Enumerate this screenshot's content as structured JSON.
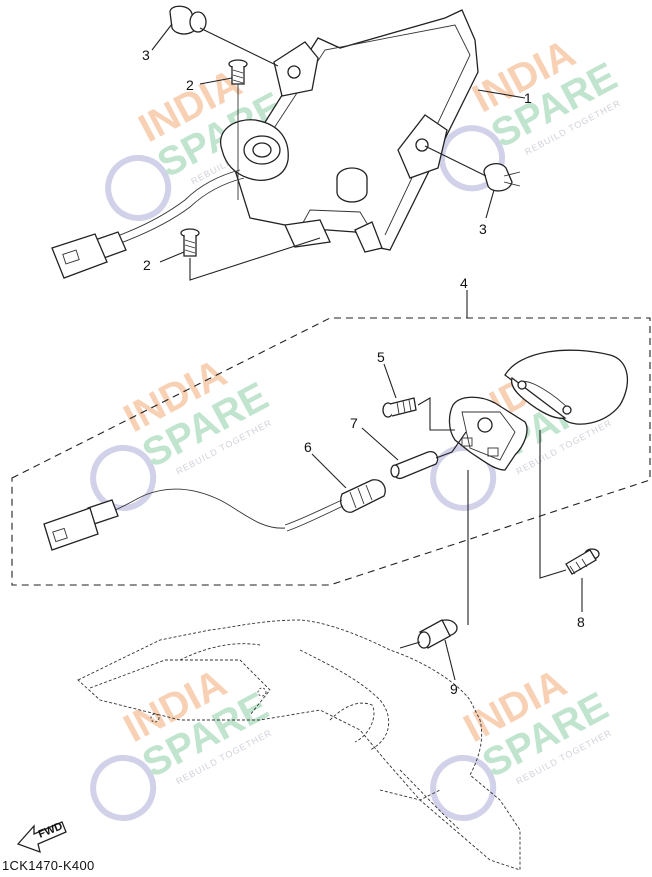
{
  "callouts": [
    "1",
    "2",
    "2",
    "3",
    "3",
    "4",
    "5",
    "6",
    "7",
    "8",
    "9"
  ],
  "reference_code": "1CK1470-K400",
  "fwd_label": "FWD",
  "watermark": {
    "brand_top": "INDIA",
    "brand_bottom": "SPARE",
    "tagline": "REBUILD TOGETHER",
    "colors": {
      "top": "#f7c9a8",
      "bottom": "#b5e0c6",
      "mark": "#c9c9e6"
    }
  }
}
